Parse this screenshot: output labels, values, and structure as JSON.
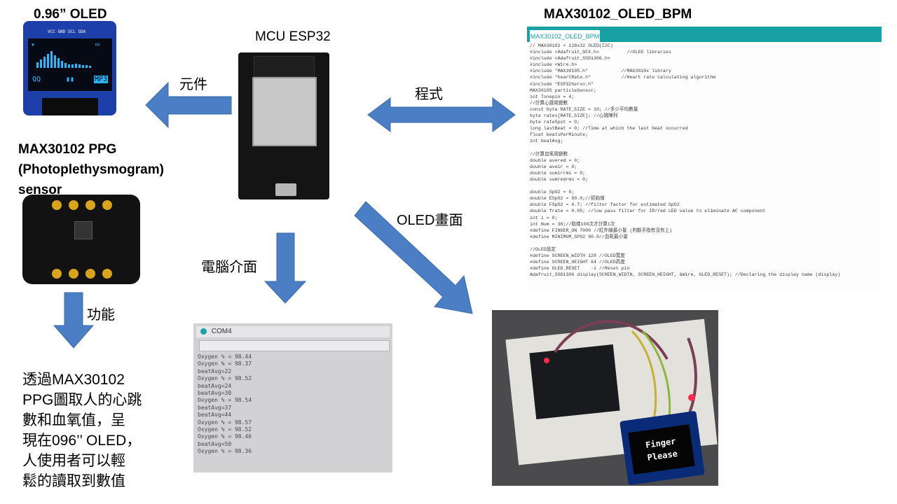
{
  "oled": {
    "title": "0.96” OLED",
    "screen_header": "VCC GND SCL SDA",
    "screen_left": "QQ",
    "screen_right": "MP3"
  },
  "mcu": {
    "title": "MCU ESP32"
  },
  "code": {
    "title": "MAX30102_OLED_BPM",
    "tab": "MAX30102_OLED_BPM",
    "lines": [
      "// MAX30102 + 128x32 OLED(I2C)",
      "#include <Adafruit_GFX.h>          //OLED libraries",
      "#include <Adafruit_SSD1306.h>",
      "#include <Wire.h>",
      "#include \"MAX30105.h\"            //MAX3010x library",
      "#include \"heartRate.h\"           //Heart rate calculating algorithm",
      "#include \"ESP32Servo.h\"",
      "MAX30105 particleSensor;",
      "int Tonepin = 4;",
      "//計算心跳用變數",
      "const byte RATE_SIZE = 10; //多少平均數量",
      "byte rates[RATE_SIZE]; //心跳陣列",
      "byte rateSpot = 0;",
      "long lastBeat = 0; //Time at which the last beat occurred",
      "float beatsPerMinute;",
      "int beatAvg;",
      "",
      "//計算血氧用變數",
      "double avered = 0;",
      "double aveir = 0;",
      "double sumirrms = 0;",
      "double sumredrms = 0;",
      "",
      "double SpO2 = 0;",
      "double ESpO2 = 90.0;//初始值",
      "double FSpO2 = 0.7; //filter factor for estimated SpO2",
      "double frate = 0.95; //low pass filter for IR/red LED value to eliminate AC component",
      "int i = 0;",
      "int Num = 30;//取樣100次才計算1次",
      "#define FINGER_ON 7000 //紅外線最小量 (判斷手指有沒有上)",
      "#define MINIMUM_SPO2 90.0//血氧最小量",
      "",
      "//OLED設定",
      "#define SCREEN_WIDTH 128 //OLED寬度",
      "#define SCREEN_HEIGHT 64 //OLED高度",
      "#define OLED_RESET    -1 //Reset pin",
      "Adafruit_SSD1306 display(SCREEN_WIDTH, SCREEN_HEIGHT, &Wire, OLED_RESET); //Declaring the display name (display)"
    ]
  },
  "sensor": {
    "title_line1": "MAX30102 PPG",
    "title_line2": "(Photoplethysmogram)",
    "title_line3": "sensor"
  },
  "arrows": {
    "component": "元件",
    "program": "程式",
    "oled_screen": "OLED畫面",
    "pc_interface": "電腦介面",
    "function": "功能"
  },
  "description": {
    "lines": [
      "透過MAX30102",
      "PPG圖取人的心跳",
      "數和血氧值，呈",
      "現在096’’ OLED，",
      "人使用者可以輕",
      "鬆的讀取到數值"
    ]
  },
  "serial": {
    "title": "COM4",
    "lines": [
      "Oxygen % = 98.44",
      "Oxygen % = 98.37",
      "beatAvg=22",
      "Oxygen % = 98.52",
      "beatAvg=24",
      "beatAvg=30",
      "Oxygen % = 98.54",
      "beatAvg=37",
      "beatAvg=44",
      "Oxygen % = 98.57",
      "Oxygen % = 98.52",
      "Oxygen % = 98.46",
      "beatAvg=50",
      "Oxygen % = 98.36"
    ]
  },
  "breadboard_oled": {
    "line1": "Finger",
    "line2": "Please"
  },
  "colors": {
    "arrow": "#4a7ec5",
    "arrow_stroke": "#3d6aa8",
    "editor_bar": "#17a1a5"
  }
}
